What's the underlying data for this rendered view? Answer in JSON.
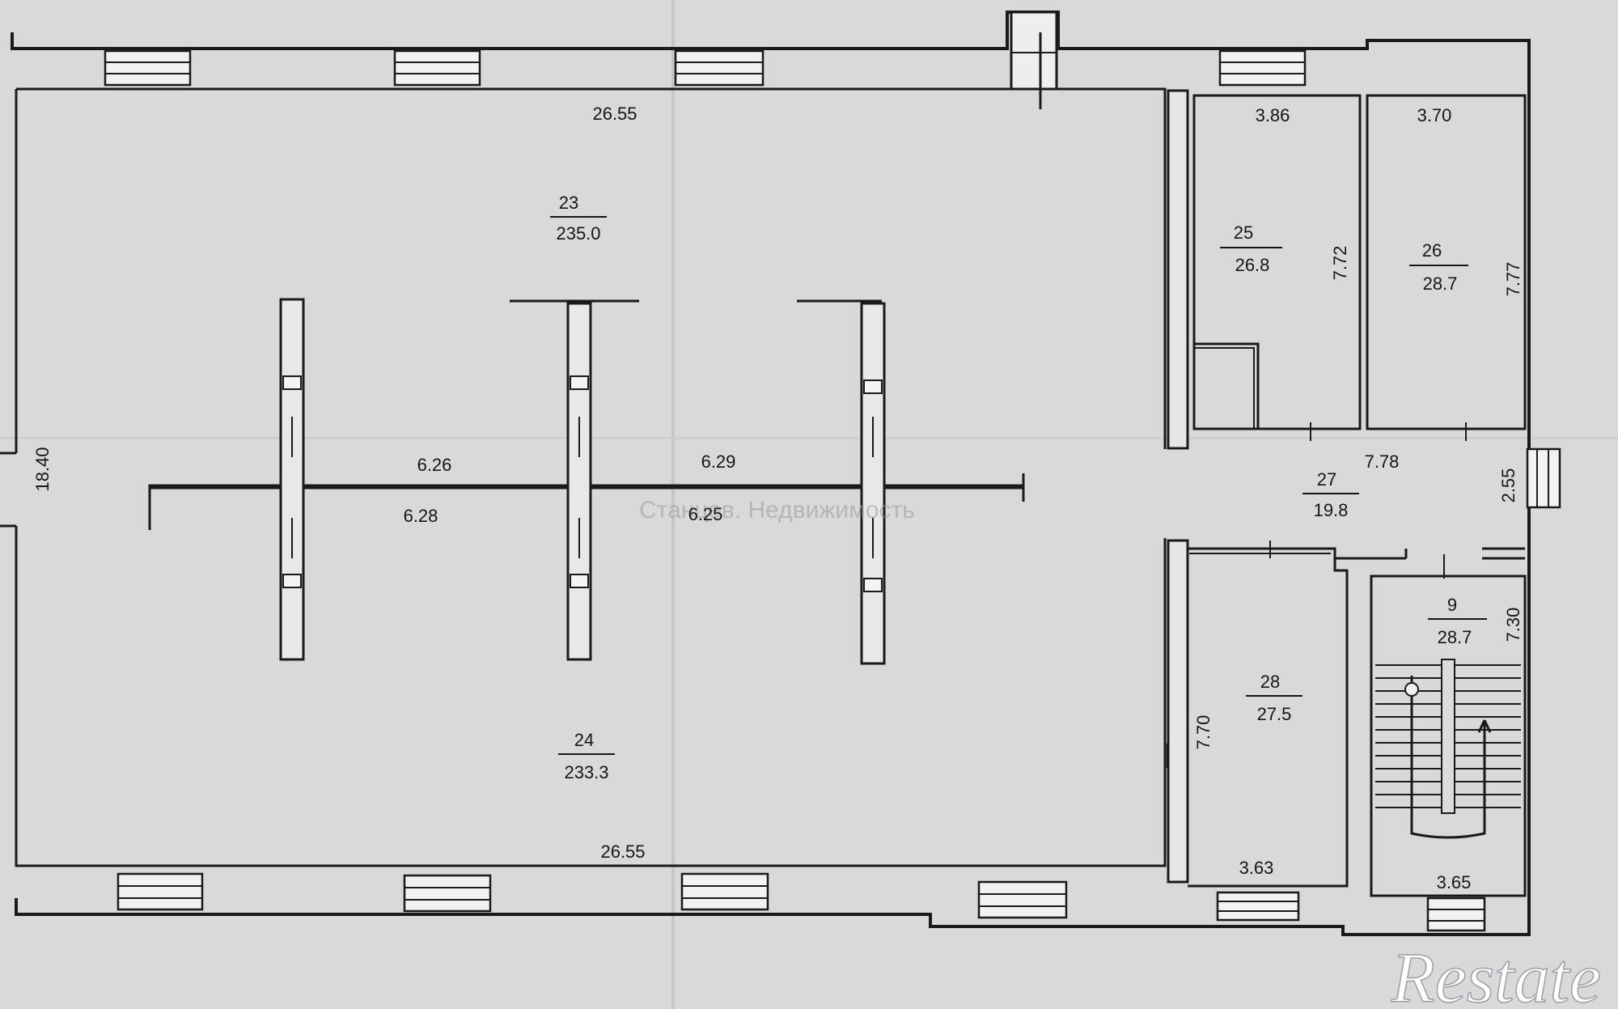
{
  "watermark": "Станцев. Недвижимость",
  "logo": "Restate",
  "rooms": [
    {
      "id": "room-23",
      "number": "23",
      "area": "235.0"
    },
    {
      "id": "room-24",
      "number": "24",
      "area": "233.3"
    },
    {
      "id": "room-25",
      "number": "25",
      "area": "26.8"
    },
    {
      "id": "room-26",
      "number": "26",
      "area": "28.7"
    },
    {
      "id": "room-27",
      "number": "27",
      "area": "19.8"
    },
    {
      "id": "room-28",
      "number": "28",
      "area": "27.5"
    },
    {
      "id": "room-9",
      "number": "9",
      "area": "28.7"
    }
  ],
  "dimensions": {
    "hall_top_width": "26.55",
    "hall_bottom_width": "26.55",
    "hall_height": "18.40",
    "beam_upper_left": "6.26",
    "beam_upper_right": "6.29",
    "beam_lower_left": "6.28",
    "beam_lower_right": "6.25",
    "room25_width": "3.86",
    "room25_height": "7.72",
    "room26_width": "3.70",
    "room26_height": "7.77",
    "corridor_length": "7.78",
    "corridor_width": "2.55",
    "room28_width": "3.63",
    "room28_height": "7.70",
    "room9_width": "3.65",
    "room9_height": "7.30"
  }
}
